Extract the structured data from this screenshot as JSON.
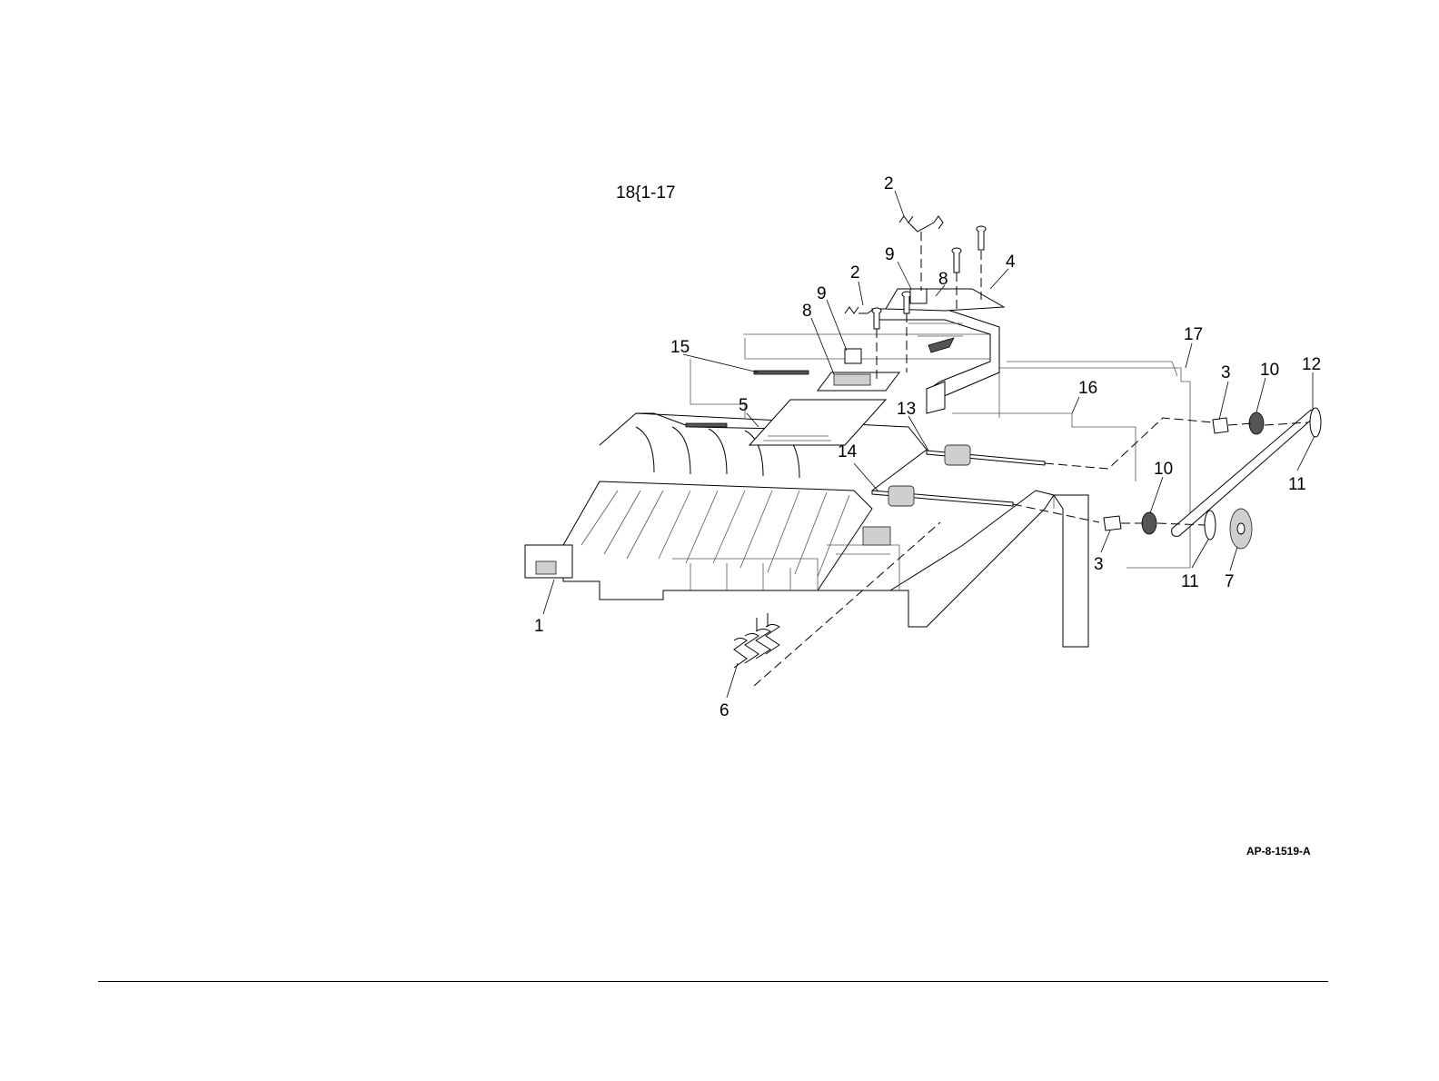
{
  "diagram": {
    "assembly_label": "18{1-17",
    "figure_id": "AP-8-1519-A",
    "callouts": [
      "2",
      "9",
      "8",
      "4",
      "2",
      "9",
      "8",
      "15",
      "17",
      "3",
      "10",
      "12",
      "16",
      "13",
      "5",
      "14",
      "10",
      "11",
      "11",
      "7",
      "3",
      "1",
      "6"
    ]
  }
}
